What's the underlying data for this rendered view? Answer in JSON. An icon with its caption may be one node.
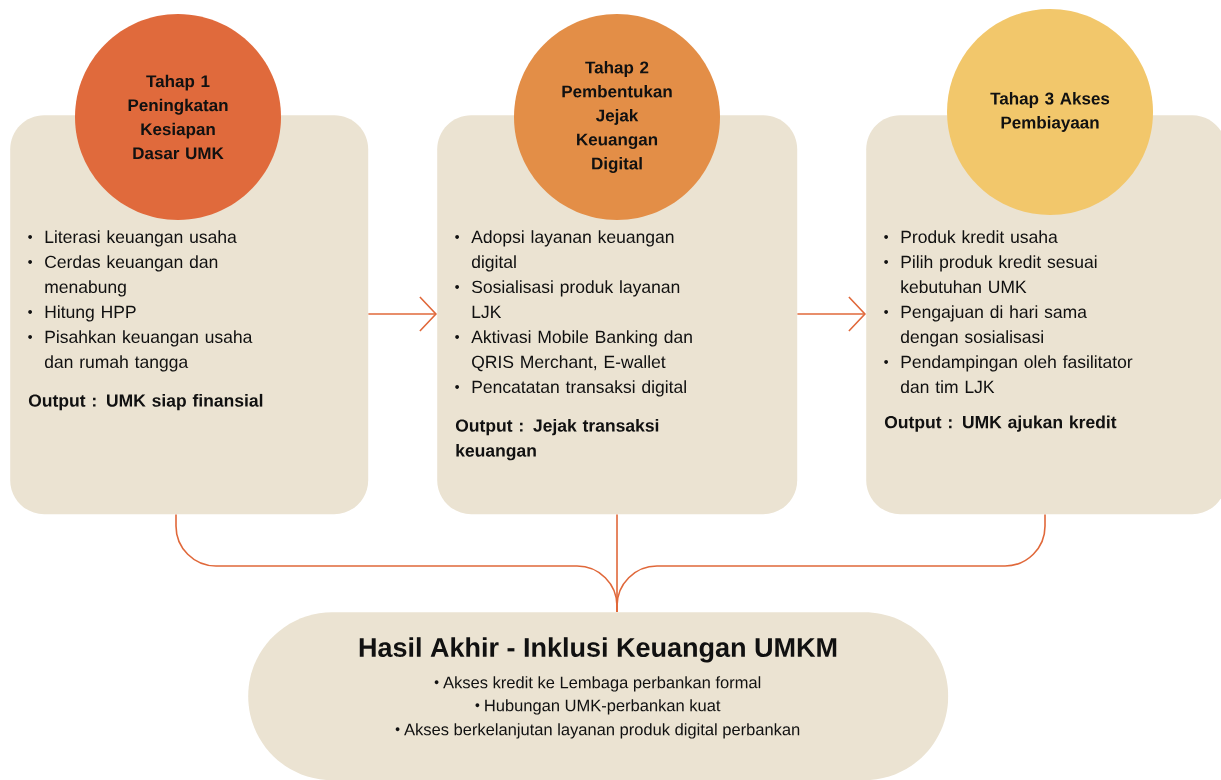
{
  "diagram": {
    "nodes": [
      {
        "text": [
          "Literasi keuangan usaha",
          "Cerdas keuangan dan menabung",
          "Hitung HPP",
          "Pisahkan keuangan usaha dan rumah tangga",
          "Output : UMK siap finansial"
        ]
      },
      {
        "text": [
          "Tahap 1 Peningkatan Kesiapan Dasar UMK"
        ]
      },
      {
        "text": [
          "Adopsi layanan keuangan digital",
          "Sosialisasi produk layanan LJK",
          "Aktivasi Mobile Banking dan QRIS Merchant, E-wallet",
          "Pencatatan transaksi digital",
          "Output : Jejak transaksi keuangan"
        ]
      },
      {
        "text": [
          "Tahap 2 Pembentukan Jejak Keuangan Digital"
        ]
      },
      {
        "text": [
          "Produk kredit usaha",
          "Pilih produk kredit sesuai kebutuhan UMK",
          "Pengajuan di hari sama dengan sosialisasi",
          "Pendampingan oleh fasilitator dan tim LJK",
          "Output : UMK ajukan kredit"
        ]
      },
      {
        "text": [
          "Tahap 3 Akses Pembiayaan"
        ]
      },
      {
        "text": [
          "Hasil Akhir - Inklusi Keuangan UMKM",
          "Akses kredit ke Lembaga perbankan formal",
          "Hubungan UMK-perbankan kuat",
          "Akses berkelanjutan layanan produk digital perbankan"
        ]
      }
    ],
    "edges": [
      {
        "from": 0,
        "to": 2,
        "arrow": "to"
      },
      {
        "from": 2,
        "to": 4,
        "arrow": "to"
      },
      {
        "from": 0,
        "to": 6,
        "arrow": "none"
      },
      {
        "from": 2,
        "to": 6,
        "arrow": "none"
      },
      {
        "from": 4,
        "to": 6,
        "arrow": "none"
      }
    ]
  }
}
